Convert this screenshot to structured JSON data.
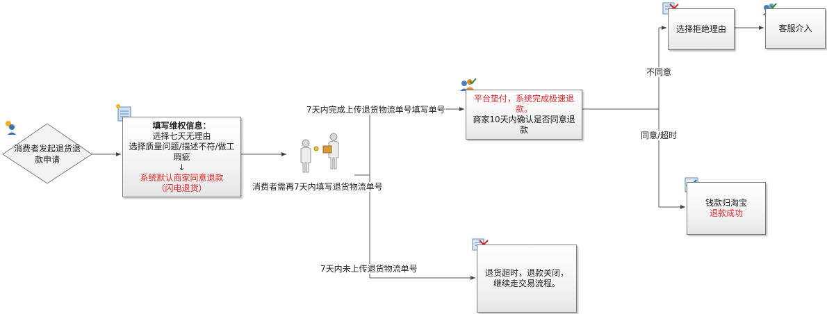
{
  "nodes": {
    "start": {
      "text": "消费者发起退货退款申请"
    },
    "fill_info": {
      "title": "填写维权信息：",
      "line1": "选择七天无理由",
      "line2": "选择质量问题/描述不符/做工瑕疵",
      "arrow": "↓",
      "red1": "系统默认商家同意退款",
      "red2": "（闪电退货）"
    },
    "platform": {
      "red": "平台垫付，系统完成极速退款。",
      "line": "商家10天内确认是否同意退款"
    },
    "reject": {
      "text": "选择拒绝理由"
    },
    "service": {
      "text": "客服介入"
    },
    "success": {
      "line": "钱款归淘宝",
      "red": "退款成功"
    },
    "timeout": {
      "text": "退货超时，退款关闭，继续走交易流程。"
    }
  },
  "edges": {
    "upload_in_7": "7天内完成上传退货物流单号填写单号",
    "consumer_fill": "消费者需再7天内填写退货物流单号",
    "not_upload": "7天内未上传退货物流单号",
    "disagree": "不同意",
    "agree": "同意/超时"
  },
  "colors": {
    "accent_red": "#e0252b",
    "line": "#555555",
    "border": "#7a7a7a"
  }
}
